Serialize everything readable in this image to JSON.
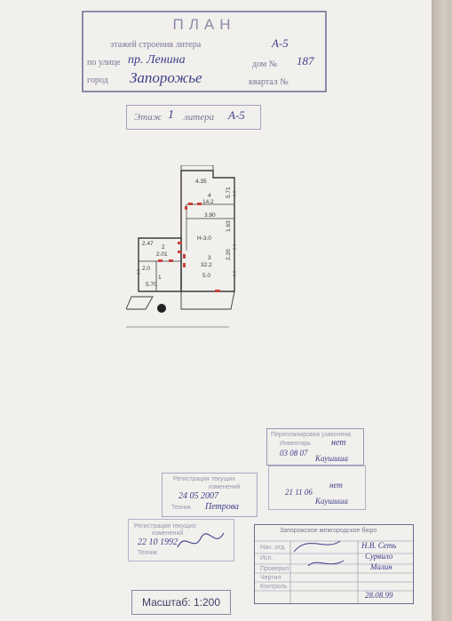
{
  "header": {
    "title": "ПЛАН",
    "line1_label": "этажей строения литера",
    "line1_value": "А-5",
    "line2_label": "по улице",
    "line2_value": "пр. Ленина",
    "line2_label_right": "дом №",
    "line2_value_right": "187",
    "line3_label": "город",
    "line3_value": "Запорожье",
    "line3_label_right": "квартал №"
  },
  "floor_stamp": {
    "label": "Этаж",
    "value": "1",
    "label2": "литера",
    "value2": "А-5"
  },
  "plan": {
    "dimensions": [
      "4.35",
      "5.71",
      "3.90",
      "1.63",
      "2.20",
      "2.47",
      "5.70",
      "2.0"
    ],
    "rooms": [
      {
        "number": "4",
        "area": "14.2"
      },
      {
        "number": "3",
        "area": "32.2"
      },
      {
        "number": "2",
        "area": "2.01"
      },
      {
        "number": "1",
        "area": "5.70"
      }
    ],
    "room_label_center": "Н-3.0",
    "dim_bottom": "5.0"
  },
  "stamp_right": {
    "line1": "Перепланировка узаконена",
    "line2": "Инвентарь",
    "sign": "нет",
    "date": "03   08   07",
    "name": "Каушиша"
  },
  "stamp_middle": {
    "line1": "Регистрация текущих",
    "line2": "изменений",
    "date": "24   05   2007",
    "role": "Техник",
    "name": "Петрова"
  },
  "stamp_right2": {
    "label": "нет",
    "date": "21   11   06",
    "name": "Каушиша"
  },
  "stamp_left_bottom": {
    "line1": "Регистрация текущих",
    "line2": "изменений",
    "date": "22   10   1992",
    "role": "Техник"
  },
  "stamp_bureau": {
    "title": "Запорожское межгородское бюро",
    "rows": [
      "Нач. отд.",
      "Исп.",
      "Проверил",
      "Чертил",
      "Контроль"
    ],
    "name1": "Н.В. Сеть",
    "name2": "Сурвило",
    "name3": "Малин",
    "number": "28.08.99"
  },
  "scale": "Масштаб: 1:200"
}
